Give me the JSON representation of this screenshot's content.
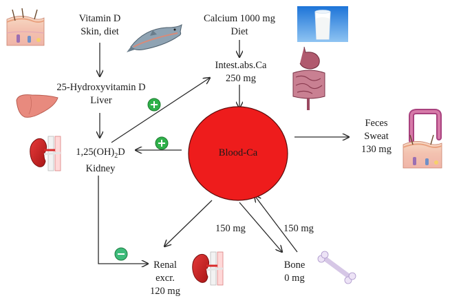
{
  "nodes": {
    "vitamin_d_source": {
      "line1": "Vitamin D",
      "line2": "Skin, diet"
    },
    "calcium_diet": {
      "line1": "Calcium 1000 mg",
      "line2": "Diet"
    },
    "intestinal_absorption": {
      "line1": "Intest.abs.Ca",
      "line2": "250 mg"
    },
    "hydroxyvitamin_d": {
      "line1": "25-Hydroxyvitamin D",
      "line2": "Liver"
    },
    "calcitriol": {
      "prefix": "1,25(OH)",
      "sub": "2",
      "suffix": "D",
      "line2": "Kidney"
    },
    "blood_ca": {
      "label": "Blood-Ca",
      "color": "#ee1c1c"
    },
    "feces_sweat": {
      "line1": "Feces",
      "line2": "Sweat",
      "line3": "130 mg"
    },
    "renal_excretion": {
      "line1": "Renal",
      "line2": "excr.",
      "line3": "120 mg"
    },
    "bone": {
      "line1": "Bone",
      "line2": "0 mg"
    }
  },
  "flows": {
    "to_bone": "150 mg",
    "from_bone": "150 mg"
  },
  "signs": {
    "plus_intestine": "+",
    "plus_calcitriol": "+",
    "minus_renal": "-",
    "plus_color": "#2fb14a",
    "minus_color": "#3dbb7a"
  },
  "icons": [
    "skin-layers-icon",
    "salmon-fish-icon",
    "milk-glass-icon",
    "digestive-tract-icon",
    "liver-icon",
    "kidney-icon",
    "colon-icon",
    "skin-layers-icon",
    "kidney-icon",
    "bone-icon"
  ]
}
